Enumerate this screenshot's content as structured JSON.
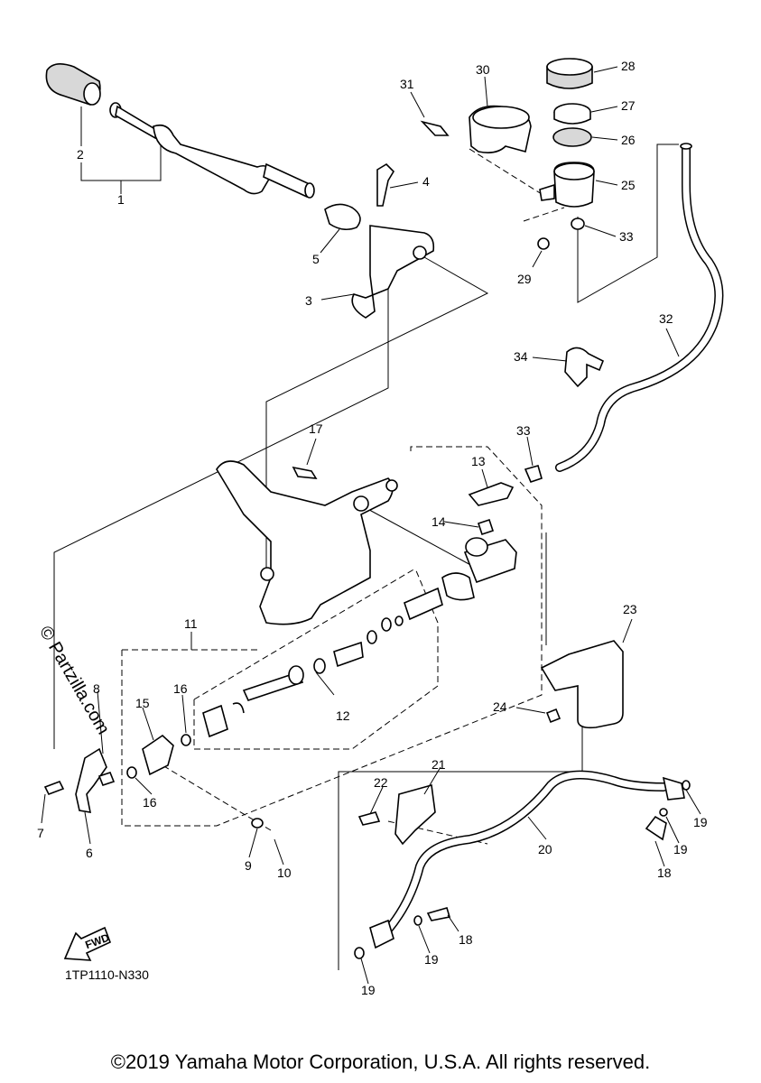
{
  "diagram_code": "1TP1110-N330",
  "copyright": "©2019 Yamaha Motor Corporation, U.S.A. All rights reserved.",
  "watermark": "© Partzilla.com",
  "fwd_label": "FWD",
  "callouts": {
    "c1": "1",
    "c2": "2",
    "c3": "3",
    "c4": "4",
    "c5": "5",
    "c6": "6",
    "c7": "7",
    "c8": "8",
    "c9": "9",
    "c10": "10",
    "c11": "11",
    "c12": "12",
    "c13": "13",
    "c14": "14",
    "c15": "15",
    "c16a": "16",
    "c16b": "16",
    "c17": "17",
    "c18a": "18",
    "c18b": "18",
    "c19a": "19",
    "c19b": "19",
    "c19c": "19",
    "c19d": "19",
    "c20": "20",
    "c21": "21",
    "c22": "22",
    "c23": "23",
    "c24": "24",
    "c25": "25",
    "c26": "26",
    "c27": "27",
    "c28": "28",
    "c29": "29",
    "c30": "30",
    "c31": "31",
    "c32": "32",
    "c33a": "33",
    "c33b": "33",
    "c34": "34"
  }
}
